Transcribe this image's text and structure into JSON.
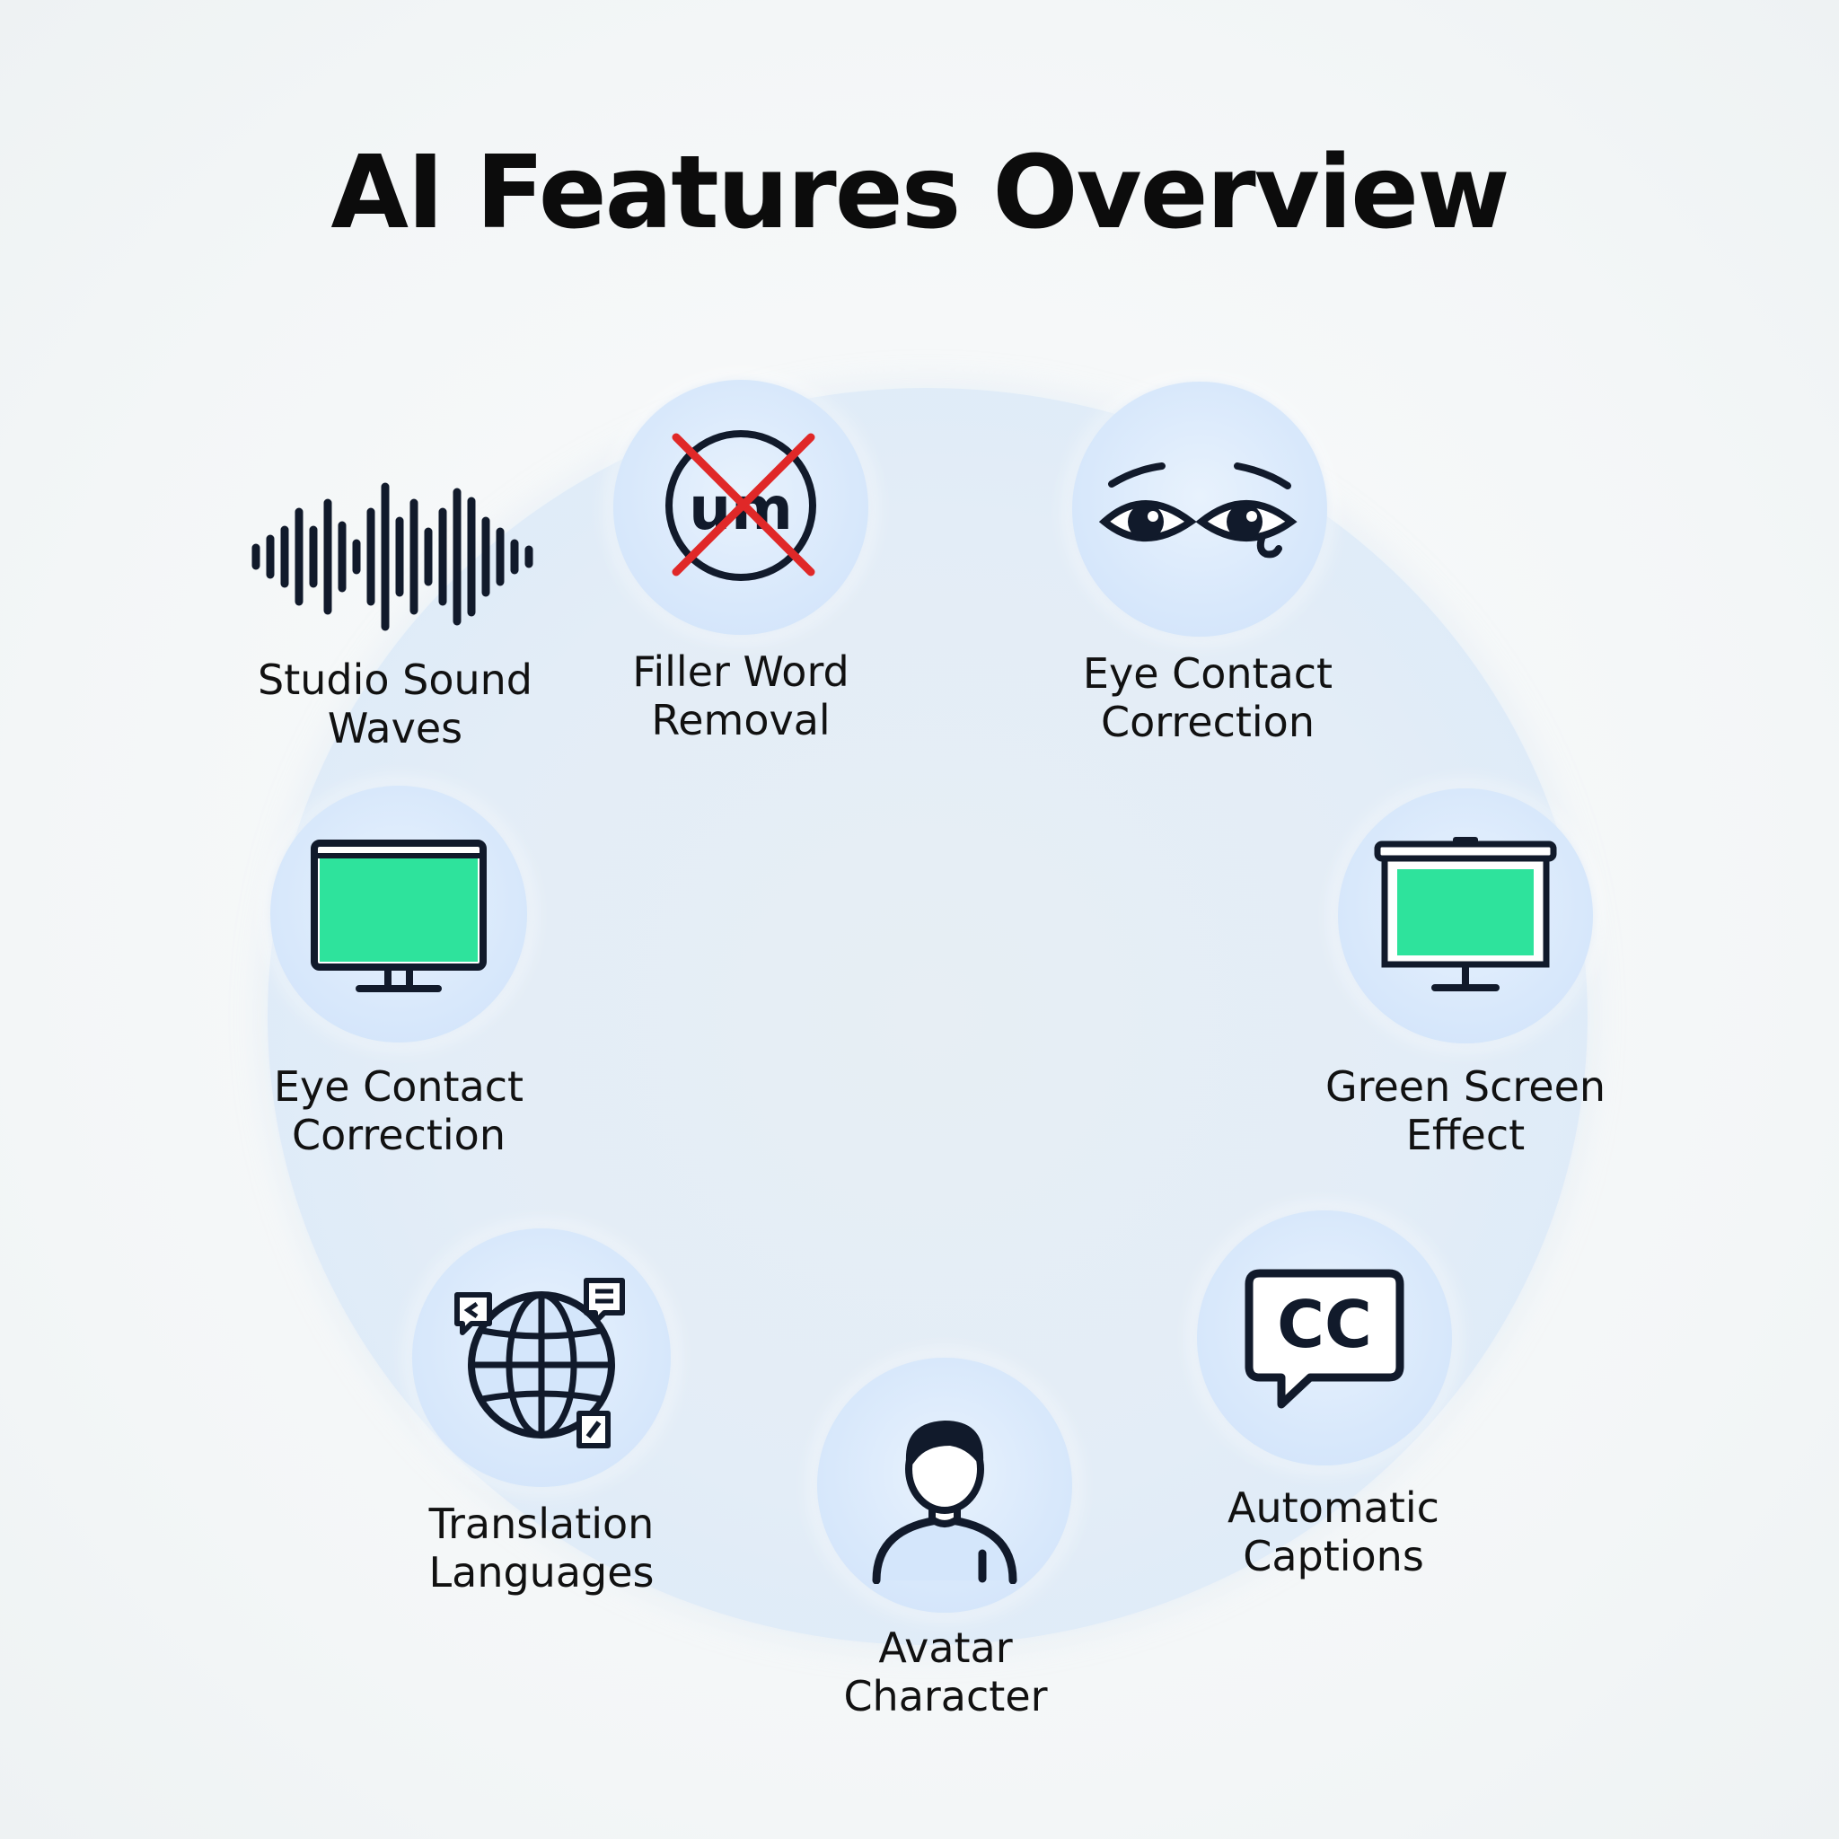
{
  "title": "AI Features Overview",
  "colors": {
    "screen_green": "#2ee39c",
    "strike_red": "#e02828",
    "icon_stroke": "#111a2b",
    "disc_blue": "#d8e8fb"
  },
  "features": [
    {
      "id": "studio-sound",
      "icon": "sound-wave-icon",
      "label_line1": "Studio Sound",
      "label_line2": "Waves"
    },
    {
      "id": "filler-word",
      "icon": "filler-word-crossed-icon",
      "icon_text": "um",
      "label_line1": "Filler Word",
      "label_line2": "Removal"
    },
    {
      "id": "eye-contact-top",
      "icon": "eyes-icon",
      "label_line1": "Eye Contact",
      "label_line2": "Correction"
    },
    {
      "id": "eye-contact-left",
      "icon": "monitor-icon",
      "label_line1": "Eye Contact",
      "label_line2": "Correction"
    },
    {
      "id": "green-screen",
      "icon": "projector-screen-icon",
      "label_line1": "Green Screen",
      "label_line2": "Effect"
    },
    {
      "id": "translation",
      "icon": "globe-chat-icon",
      "label_line1": "Translation",
      "label_line2": "Languages"
    },
    {
      "id": "captions",
      "icon": "cc-bubble-icon",
      "icon_text": "CC",
      "label_line1": "Automatic",
      "label_line2": "Captions"
    },
    {
      "id": "avatar",
      "icon": "person-avatar-icon",
      "label_line1": "Avatar",
      "label_line2": "Character"
    }
  ]
}
